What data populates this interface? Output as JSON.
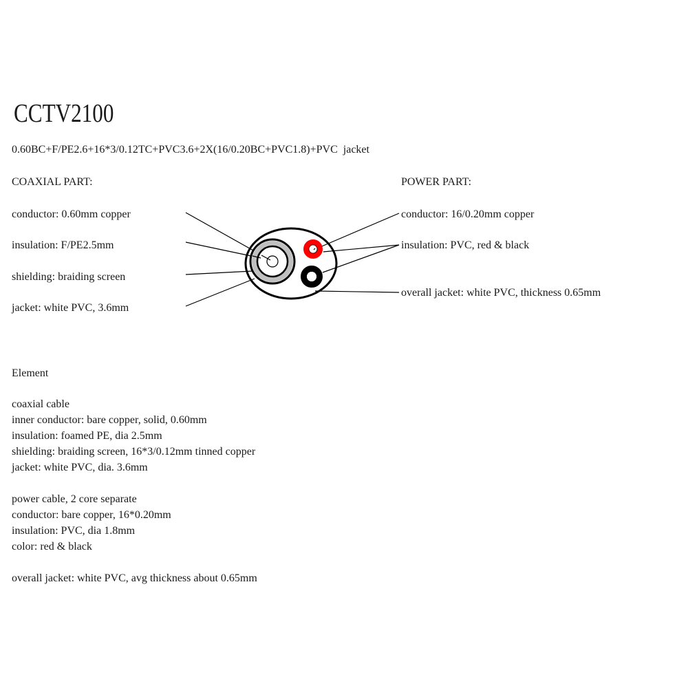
{
  "title": "CCTV2100",
  "spec_code": "0.60BC+F/PE2.6+16*3/0.12TC+PVC3.6+2X(16/0.20BC+PVC1.8)+PVC  jacket",
  "coaxial_part": {
    "heading": "COAXIAL PART:",
    "labels": [
      "conductor: 0.60mm copper",
      "insulation: F/PE2.5mm",
      "shielding: braiding screen",
      "jacket: white PVC, 3.6mm"
    ]
  },
  "power_part": {
    "heading": "POWER PART:",
    "labels": [
      "conductor: 16/0.20mm copper",
      "insulation: PVC, red & black",
      "overall jacket: white PVC, thickness 0.65mm"
    ]
  },
  "diagram": {
    "colors": {
      "outline": "#000000",
      "shield": "#c0c0c0",
      "red_core": "#ff0000",
      "black_core": "#000000",
      "background": "#ffffff"
    }
  },
  "element": {
    "heading": "Element",
    "coaxial_cable": {
      "heading": "coaxial cable",
      "lines": [
        "inner conductor: bare copper, solid, 0.60mm",
        "insulation: foamed PE, dia 2.5mm",
        "shielding: braiding screen, 16*3/0.12mm tinned copper",
        "jacket: white PVC, dia. 3.6mm"
      ]
    },
    "power_cable": {
      "heading": "power cable, 2 core separate",
      "lines": [
        "conductor: bare copper, 16*0.20mm",
        "insulation: PVC, dia 1.8mm",
        "color: red & black"
      ]
    },
    "overall": "overall jacket: white PVC, avg thickness about 0.65mm"
  }
}
